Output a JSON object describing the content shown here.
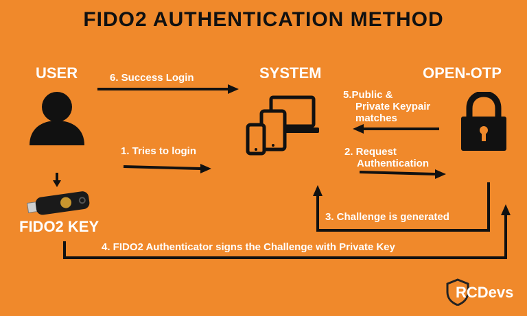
{
  "title": "FIDO2 AUTHENTICATION METHOD",
  "nodes": {
    "user": "USER",
    "system": "SYSTEM",
    "openotp": "OPEN-OTP",
    "fido2_key": "FIDO2 KEY"
  },
  "steps": {
    "s1": "1. Tries to login",
    "s2_line1": "2. Request",
    "s2_line2": "Authentication",
    "s3": "3. Challenge is generated",
    "s4": "4. FIDO2 Authenticator signs the Challenge with Private Key",
    "s5_line1": "5.Public &",
    "s5_line2": "Private Keypair",
    "s5_line3": "matches",
    "s6": "6. Success Login"
  },
  "logo": {
    "prefix": "RC",
    "suffix": "Devs"
  },
  "colors": {
    "background": "#F0892B",
    "title": "#111111",
    "text": "#FFFFFF",
    "icon": "#111111"
  },
  "icons": [
    "user-icon",
    "devices-icon",
    "padlock-icon",
    "fido2-key-icon",
    "rcdevs-logo-icon"
  ]
}
